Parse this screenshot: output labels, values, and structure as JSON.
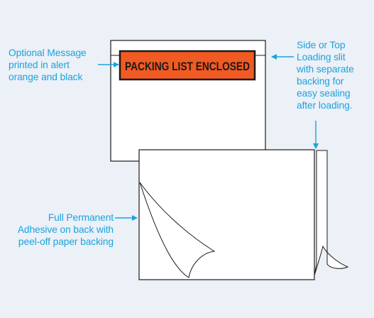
{
  "callouts": {
    "optional_message": {
      "lines": [
        "Optional Message",
        "printed in alert",
        "orange and black"
      ]
    },
    "loading_slit": {
      "lines": [
        "Side or Top",
        "Loading slit",
        "with separate",
        "backing for",
        "easy sealing",
        "after loading."
      ]
    },
    "adhesive": {
      "lines": [
        "Full Permanent",
        "Adhesive on back with",
        "peel-off paper backing"
      ]
    }
  },
  "label": {
    "text": "PACKING LIST ENCLOSED"
  },
  "colors": {
    "background": "#ecf0f7",
    "callout_text": "#1aa3dd",
    "label_fill": "#f15a22",
    "label_text": "#1a1a1a",
    "envelope": "#ffffff",
    "outline": "#1a1a1a"
  }
}
